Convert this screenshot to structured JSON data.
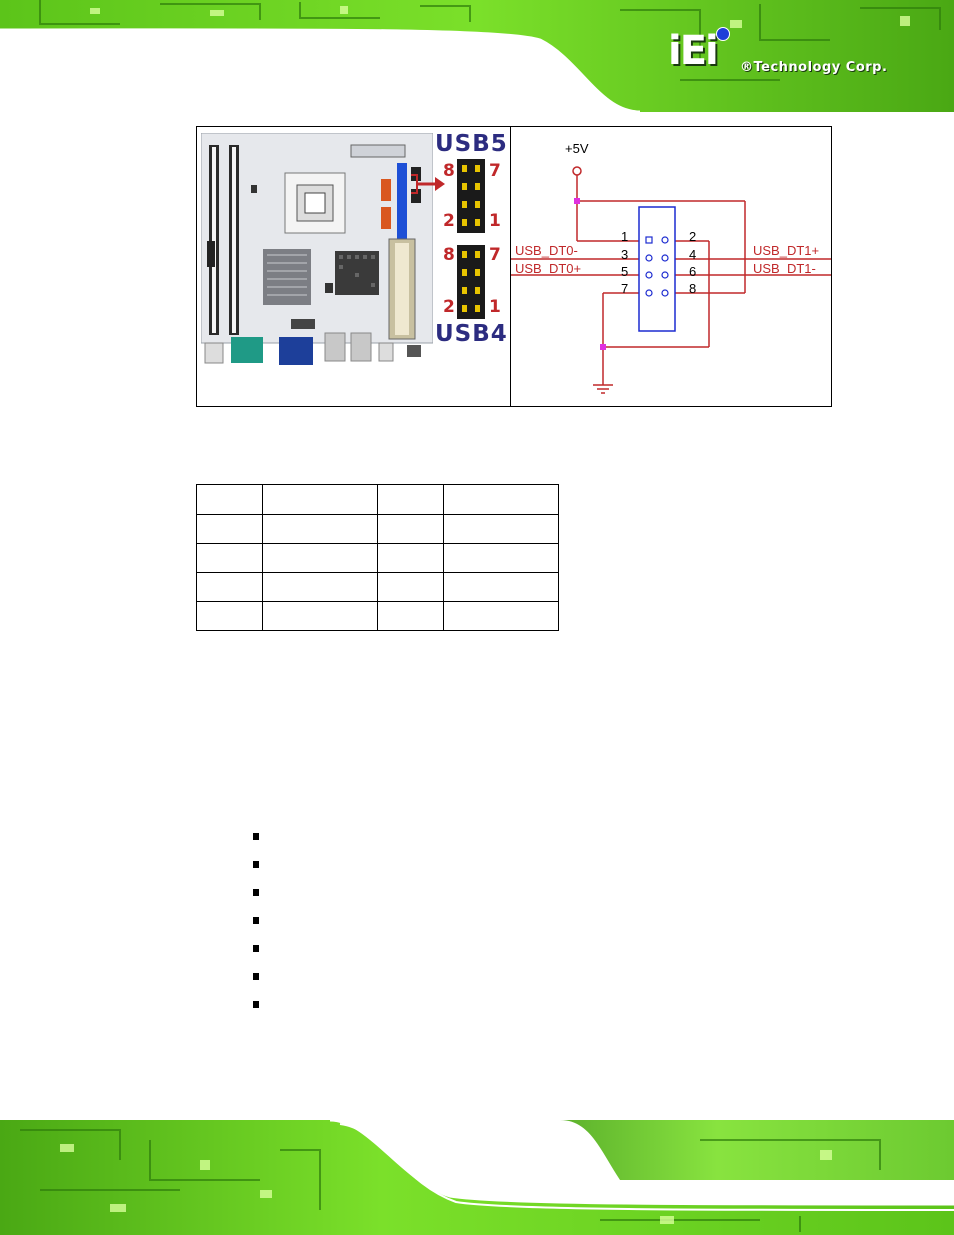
{
  "header": {
    "brand_logo": "iEi",
    "brand_name": "®Technology Corp."
  },
  "figure": {
    "connector_top": {
      "label": "USB5",
      "pin_top_left": "8",
      "pin_top_right": "7",
      "pin_bottom_left": "2",
      "pin_bottom_right": "1"
    },
    "connector_bottom": {
      "label": "USB4",
      "pin_top_left": "8",
      "pin_top_right": "7",
      "pin_bottom_left": "2",
      "pin_bottom_right": "1"
    },
    "schematic": {
      "power": "+5V",
      "left_signals": [
        "USB_DT0-",
        "USB_DT0+"
      ],
      "right_signals": [
        "USB_DT1+",
        "USB_DT1-"
      ],
      "pins_left": [
        "1",
        "3",
        "5",
        "7"
      ],
      "pins_right": [
        "2",
        "4",
        "6",
        "8"
      ]
    }
  },
  "colors": {
    "circuit_green": "#6fd21e",
    "schematic_red": "#c0282a",
    "schematic_blue": "#1c2bd0",
    "junction_magenta": "#e030e0",
    "usb_label_navy": "#2c2c80"
  },
  "table": {
    "rows": [
      [
        "",
        "",
        "",
        ""
      ],
      [
        "",
        "",
        "",
        ""
      ],
      [
        "",
        "",
        "",
        ""
      ],
      [
        "",
        "",
        "",
        ""
      ],
      [
        "",
        "",
        "",
        ""
      ]
    ]
  },
  "bullets": {
    "count": 7
  }
}
